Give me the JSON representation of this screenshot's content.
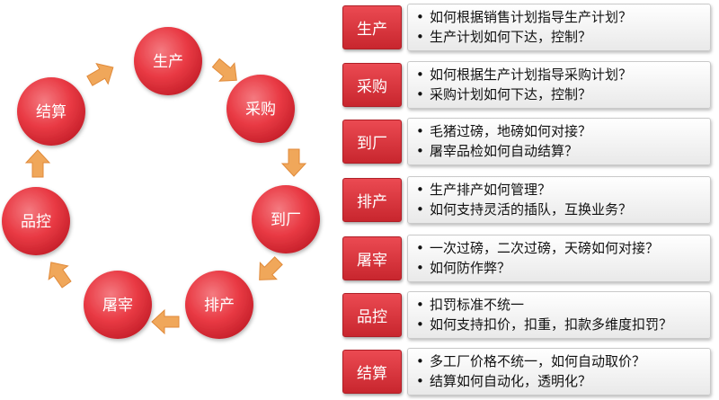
{
  "cycle": {
    "nodes": [
      "生产",
      "采购",
      "到厂",
      "排产",
      "屠宰",
      "品控",
      "结算"
    ],
    "node_color": "#e93a44",
    "arrow_color": "#f0a75a"
  },
  "rows": [
    {
      "tag": "生产",
      "lines": [
        "如何根据销售计划指导生产计划？",
        "生产计划如何下达，控制？"
      ]
    },
    {
      "tag": "采购",
      "lines": [
        "如何根据生产计划指导采购计划？",
        "采购计划如何下达，控制？"
      ]
    },
    {
      "tag": "到厂",
      "lines": [
        "毛猪过磅，地磅如何对接？",
        "屠宰品检如何自动结算？"
      ]
    },
    {
      "tag": "排产",
      "lines": [
        "生产排产如何管理？",
        "如何支持灵活的插队，互换业务？"
      ]
    },
    {
      "tag": "屠宰",
      "lines": [
        "一次过磅，二次过磅，天磅如何对接？",
        "如何防作弊？"
      ]
    },
    {
      "tag": "品控",
      "lines": [
        "扣罚标准不统一",
        "如何支持扣价，扣重，扣款多维度扣罚？"
      ]
    },
    {
      "tag": "结算",
      "lines": [
        "多工厂价格不统一，如何自动取价？",
        "结算如何自动化，透明化？"
      ]
    }
  ]
}
